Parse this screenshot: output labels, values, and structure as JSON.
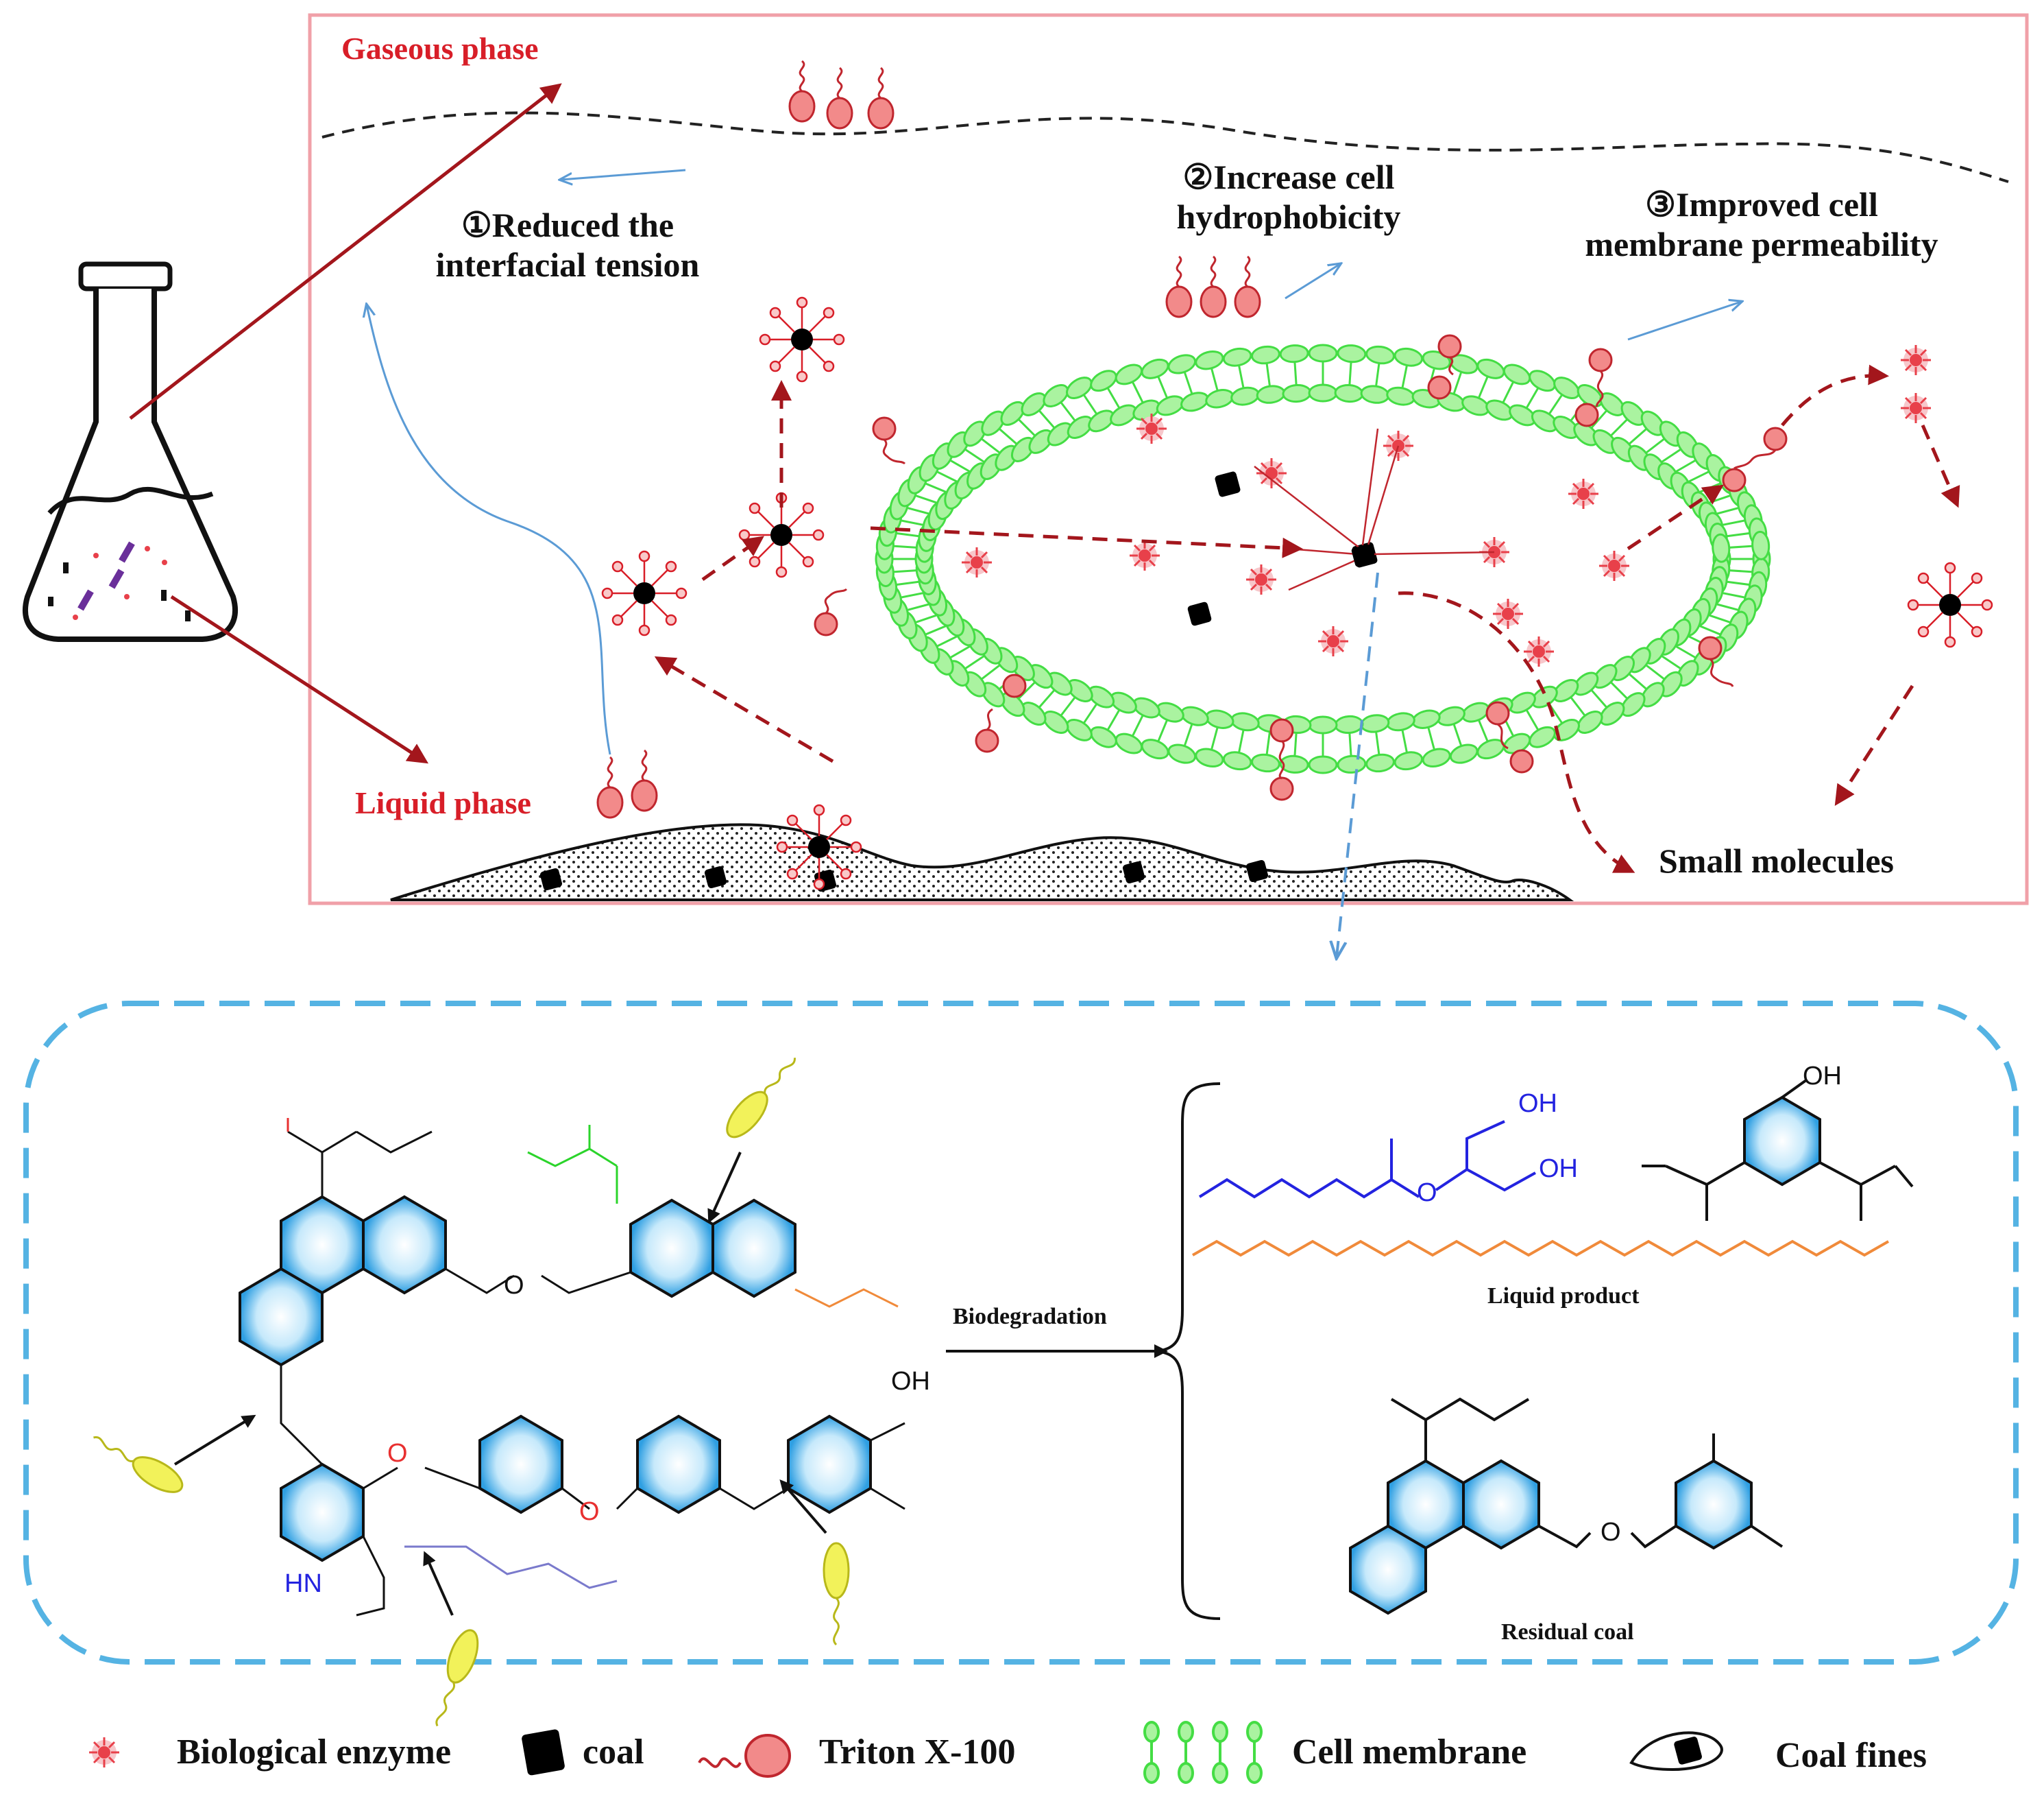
{
  "labels": {
    "gaseous_phase": "Gaseous phase",
    "liquid_phase": "Liquid phase",
    "step1": "①Reduced the\ninterfacial tension",
    "step2": "②Increase cell\nhydrophobicity",
    "step3": "③Improved cell\nmembrane permeability",
    "small_molecules": "Small molecules",
    "biodegradation": "Biodegradation",
    "liquid_product": "Liquid product",
    "residual_coal": "Residual coal"
  },
  "chem_labels": {
    "oh": "OH",
    "hn": "HN",
    "o": "O"
  },
  "legend": [
    {
      "label": "Biological enzyme",
      "icon": "enzyme-icon"
    },
    {
      "label": "coal",
      "icon": "coal-icon"
    },
    {
      "label": "Triton X-100",
      "icon": "triton-icon"
    },
    {
      "label": "Cell membrane",
      "icon": "membrane-icon"
    },
    {
      "label": "Coal fines",
      "icon": "coal-fines-icon"
    }
  ],
  "colors": {
    "frame": "#f0a0a8",
    "membrane": "#44dd44",
    "membrane_fill": "#aaf3a0",
    "arrow_dark_red": "#a3161c",
    "arrow_blue": "#5b9bd5",
    "enzyme": "#e8404a",
    "triton": "#e95a5a",
    "aromatic_fill": "#3da9e6",
    "bacteria": "#e8e83a",
    "dashed_box": "#55b3e3"
  }
}
